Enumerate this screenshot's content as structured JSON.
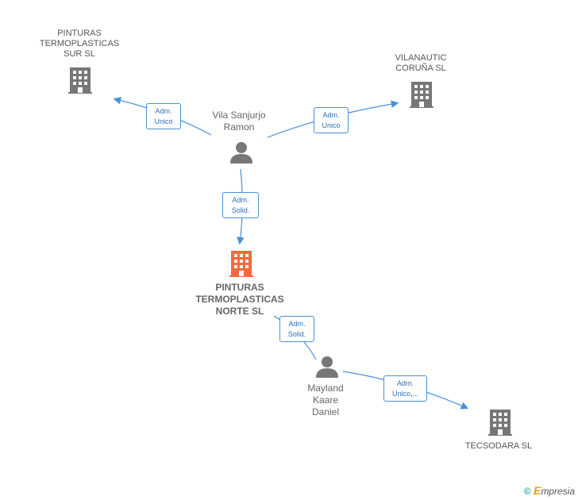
{
  "colors": {
    "edge": "#4a90d9",
    "company": "#777777",
    "main_company": "#f26b3a",
    "person": "#777777"
  },
  "nodes": {
    "pinturas_sur": {
      "label": "PINTURAS\nTERMOPLASTICAS\nSUR SL"
    },
    "vilanautic": {
      "label": "VILANAUTIC\nCORUÑA  SL"
    },
    "vila_sanjurjo": {
      "label": "Vila Sanjurjo\nRamon"
    },
    "pinturas_norte": {
      "label": "PINTURAS\nTERMOPLASTICAS\nNORTE SL"
    },
    "mayland": {
      "label": "Mayland\nKaare\nDaniel"
    },
    "tecsodara": {
      "label": "TECSODARA SL"
    }
  },
  "edges": {
    "e1": {
      "label": "Adm.\nUnico"
    },
    "e2": {
      "label": "Adm.\nUnico"
    },
    "e3": {
      "label": "Adm.\nSolid."
    },
    "e4": {
      "label": "Adm.\nSolid."
    },
    "e5": {
      "label": "Adm.\nUnico,..."
    }
  },
  "brand": {
    "copyright": "©",
    "name_first": "E",
    "name_rest": "mpresia"
  }
}
